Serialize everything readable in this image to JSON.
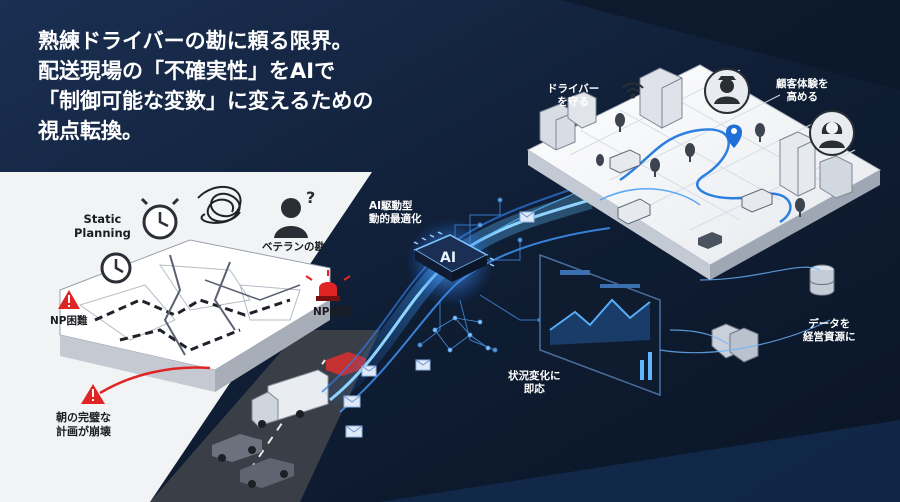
{
  "headline": {
    "line1": "熟練ドライバーの勘に頼る限界。",
    "line2": "配送現場の「不確実性」をAIで",
    "line3": "「制御可能な変数」に変えるための",
    "line4": "視点転換。"
  },
  "left_panel": {
    "static_planning_line1": "Static",
    "static_planning_line2": "Planning",
    "veteran_intuition": "ベテランの勘",
    "np_hard_left": "NP困難",
    "np_hard_right": "NP困難",
    "collapse_line1": "朝の完璧な",
    "collapse_line2": "計画が崩壊"
  },
  "center": {
    "ai_chip_text": "AI",
    "ai_dynamic_line1": "AI駆動型",
    "ai_dynamic_line2": "動的最適化",
    "respond_line1": "状況変化に",
    "respond_line2": "即応"
  },
  "right_panel": {
    "protect_drivers_line1": "ドライバー",
    "protect_drivers_line2": "を守る",
    "customer_exp_line1": "顧客体験を",
    "customer_exp_line2": "高める",
    "data_assets_line1": "データを",
    "data_assets_line2": "経営資源に"
  },
  "colors": {
    "navy_background": "#0d1a2c",
    "light_panel": "#f3f4f6",
    "ai_glow": "#2f8cff",
    "alert_red": "#e02424"
  },
  "icons": [
    "clock-icon",
    "tangled-scribble-icon",
    "person-question-icon",
    "warning-triangle-icon",
    "siren-icon",
    "delivery-truck-icon",
    "car-icon",
    "email-icon",
    "ai-chip-icon",
    "driver-avatar-icon",
    "customer-avatar-icon",
    "database-icon",
    "monitor-chart-icon",
    "location-pin-icon",
    "wifi-icon"
  ]
}
